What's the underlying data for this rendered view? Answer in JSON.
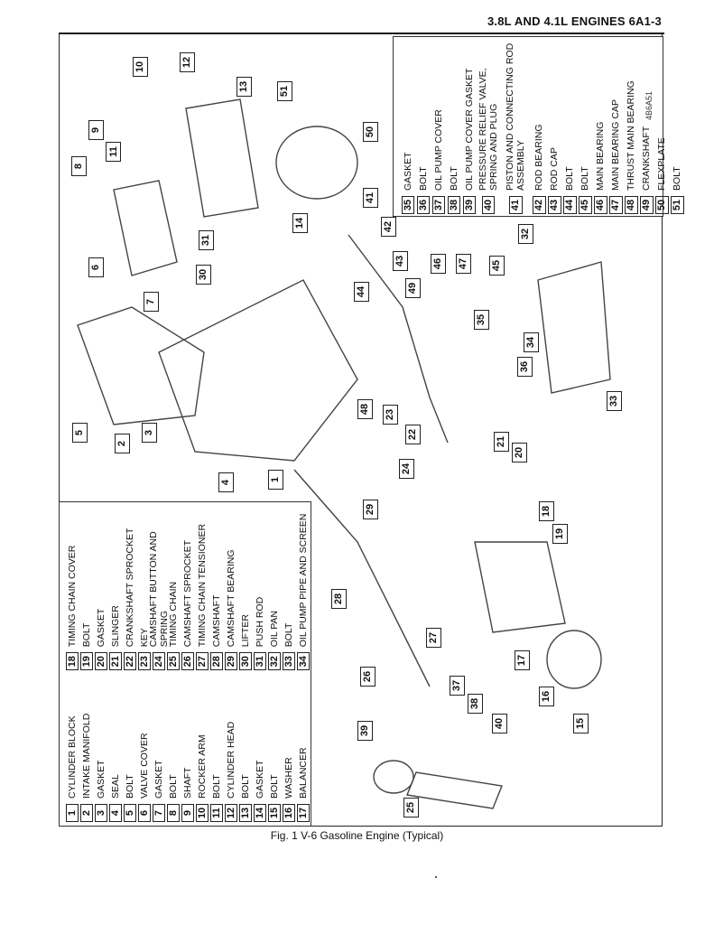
{
  "header": {
    "title": "3.8L AND 4.1L ENGINES 6A1-3"
  },
  "caption": "Fig. 1 V-6 Gasoline Engine (Typical)",
  "figure_code": "4B6A51",
  "legend_left": [
    {
      "n": "1",
      "label": "CYLINDER BLOCK"
    },
    {
      "n": "2",
      "label": "INTAKE MANIFOLD"
    },
    {
      "n": "3",
      "label": "GASKET"
    },
    {
      "n": "4",
      "label": "SEAL"
    },
    {
      "n": "5",
      "label": "BOLT"
    },
    {
      "n": "6",
      "label": "VALVE COVER"
    },
    {
      "n": "7",
      "label": "GASKET"
    },
    {
      "n": "8",
      "label": "BOLT"
    },
    {
      "n": "9",
      "label": "SHAFT"
    },
    {
      "n": "10",
      "label": "ROCKER ARM"
    },
    {
      "n": "11",
      "label": "BOLT"
    },
    {
      "n": "12",
      "label": "CYLINDER HEAD"
    },
    {
      "n": "13",
      "label": "BOLT"
    },
    {
      "n": "14",
      "label": "GASKET"
    },
    {
      "n": "15",
      "label": "BOLT"
    },
    {
      "n": "16",
      "label": "WASHER"
    },
    {
      "n": "17",
      "label": "BALANCER"
    },
    {
      "n": "18",
      "label": "TIMING CHAIN COVER"
    },
    {
      "n": "19",
      "label": "BOLT"
    },
    {
      "n": "20",
      "label": "GASKET"
    },
    {
      "n": "21",
      "label": "SLINGER"
    },
    {
      "n": "22",
      "label": "CRANKSHAFT SPROCKET"
    },
    {
      "n": "23",
      "label": "KEY"
    },
    {
      "n": "24",
      "label": "CAMSHAFT BUTTON AND SPRING"
    },
    {
      "n": "25",
      "label": "TIMING CHAIN"
    },
    {
      "n": "26",
      "label": "CAMSHAFT SPROCKET"
    },
    {
      "n": "27",
      "label": "TIMING CHAIN TENSIONER"
    },
    {
      "n": "28",
      "label": "CAMSHAFT"
    },
    {
      "n": "29",
      "label": "CAMSHAFT BEARING"
    },
    {
      "n": "30",
      "label": "LIFTER"
    },
    {
      "n": "31",
      "label": "PUSH ROD"
    },
    {
      "n": "32",
      "label": "OIL PAN"
    },
    {
      "n": "33",
      "label": "BOLT"
    },
    {
      "n": "34",
      "label": "OIL PUMP PIPE AND SCREEN"
    }
  ],
  "legend_right": [
    {
      "n": "35",
      "label": "GASKET"
    },
    {
      "n": "36",
      "label": "BOLT"
    },
    {
      "n": "37",
      "label": "OIL PUMP COVER"
    },
    {
      "n": "38",
      "label": "BOLT"
    },
    {
      "n": "39",
      "label": "OIL PUMP COVER GASKET"
    },
    {
      "n": "40",
      "label": "PRESSURE RELIEF VALVE, SPRING AND PLUG"
    },
    {
      "n": "41",
      "label": "PISTON AND CONNECTING ROD ASSEMBLY"
    },
    {
      "n": "42",
      "label": "ROD BEARING"
    },
    {
      "n": "43",
      "label": "ROD CAP"
    },
    {
      "n": "44",
      "label": "BOLT"
    },
    {
      "n": "45",
      "label": "BOLT"
    },
    {
      "n": "46",
      "label": "MAIN BEARING"
    },
    {
      "n": "47",
      "label": "MAIN BEARING CAP"
    },
    {
      "n": "48",
      "label": "THRUST MAIN BEARING"
    },
    {
      "n": "49",
      "label": "CRANKSHAFT"
    },
    {
      "n": "50",
      "label": "FLEXPLATE"
    },
    {
      "n": "51",
      "label": "BOLT"
    }
  ],
  "callouts": [
    "1",
    "2",
    "3",
    "4",
    "5",
    "6",
    "7",
    "8",
    "9",
    "10",
    "11",
    "12",
    "13",
    "14",
    "15",
    "16",
    "17",
    "18",
    "19",
    "20",
    "21",
    "22",
    "23",
    "24",
    "25",
    "26",
    "27",
    "28",
    "29",
    "30",
    "31",
    "32",
    "33",
    "34",
    "35",
    "36",
    "37",
    "38",
    "39",
    "40",
    "41",
    "42",
    "43",
    "44",
    "45",
    "46",
    "47",
    "48",
    "49",
    "50",
    "51"
  ]
}
